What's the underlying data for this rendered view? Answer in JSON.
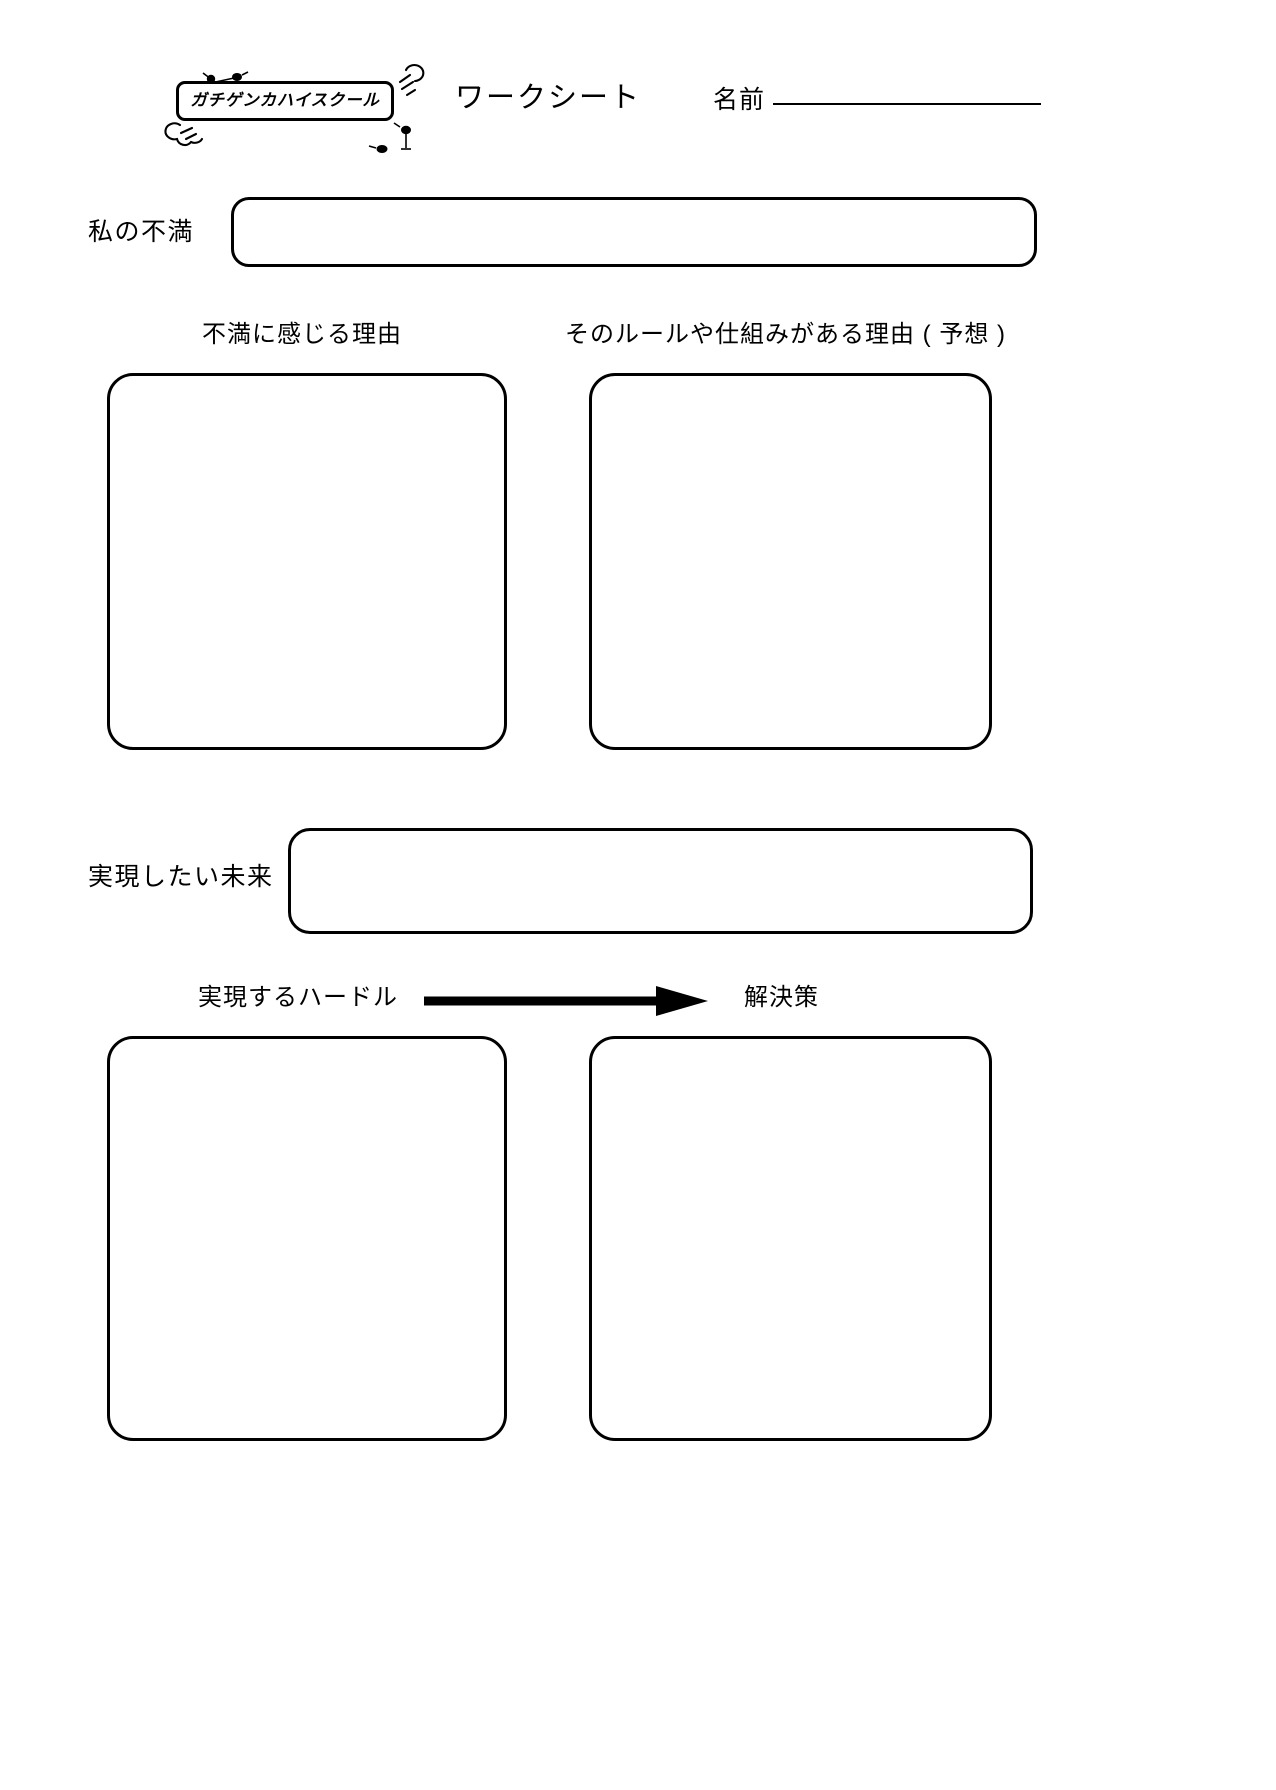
{
  "document": {
    "type": "worksheet",
    "language": "ja",
    "page_background": "#ffffff",
    "ink_color": "#000000"
  },
  "header": {
    "logo_text": "ガチゲンカハイスクール",
    "logo_decorations": [
      "bird-doodle",
      "cloud-doodle",
      "cloud-doodle",
      "bird-doodle"
    ],
    "title": "ワークシート",
    "name_label": "名前",
    "name_value": "",
    "name_placeholder": ""
  },
  "sections": {
    "complaint": {
      "label": "私の不満",
      "value": "",
      "placeholder": ""
    },
    "reasons": {
      "left": {
        "label": "不満に感じる理由",
        "value": "",
        "placeholder": ""
      },
      "right": {
        "label": "そのルールや仕組みがある理由 ( 予想 )",
        "value": "",
        "placeholder": ""
      }
    },
    "future": {
      "label": "実現したい未来",
      "value": "",
      "placeholder": ""
    },
    "hurdle_solution": {
      "arrow_icon": "right-arrow-icon",
      "left": {
        "label": "実現するハードル",
        "value": "",
        "placeholder": ""
      },
      "right": {
        "label": "解決策",
        "value": "",
        "placeholder": ""
      }
    }
  }
}
